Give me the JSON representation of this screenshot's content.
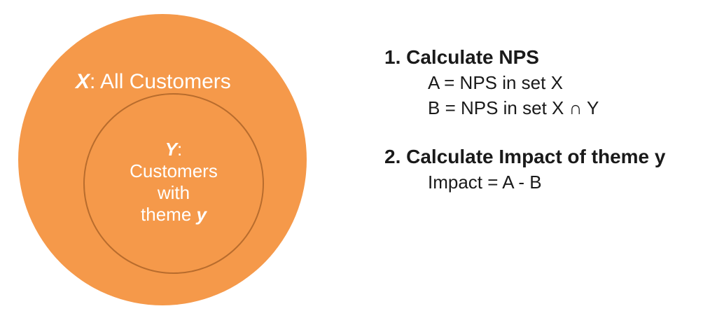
{
  "diagram": {
    "outer_set": {
      "symbol": "X",
      "label": ": All Customers"
    },
    "inner_set": {
      "symbol": "Y",
      "colon": ":",
      "line1": "Customers",
      "line2": "with",
      "line3": "theme ",
      "theme_symbol": "y"
    },
    "colors": {
      "circle_fill": "#f5994a",
      "inner_circle_border": "#b86c2d",
      "label_text": "#ffffff",
      "steps_text": "#1a1a1a"
    }
  },
  "steps": {
    "step1": {
      "heading": "1. Calculate NPS",
      "line1": "A = NPS in set X",
      "line2": "B = NPS in set X ∩ Y"
    },
    "step2": {
      "heading": "2. Calculate Impact of theme y",
      "line1": "Impact = A - B"
    }
  }
}
